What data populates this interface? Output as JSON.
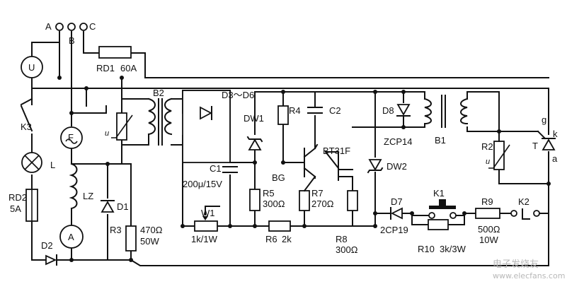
{
  "labels": {
    "A": "A",
    "B": "B",
    "C": "C",
    "U": "U",
    "RD1": "RD1",
    "RD1_val": "60A",
    "B2": "B2",
    "D3D6": "D3～D6",
    "DW1": "DW1",
    "R4": "R4",
    "C2": "C2",
    "D8": "D8",
    "B1": "B1",
    "g": "g",
    "k": "k",
    "K3": "K3",
    "F": "F",
    "u1": "u",
    "L": "L",
    "BT31F": "BT31F",
    "ZCP14": "ZCP14",
    "R2": "R2",
    "u2": "u",
    "T": "T",
    "a": "a",
    "C1": "C1",
    "C1_val": "200μ/15V",
    "BG": "BG",
    "DW2": "DW2",
    "LZ": "LZ",
    "RD2": "RD2",
    "RD2_val": "5A",
    "D1": "D1",
    "R5": "R5",
    "R5_val": "300Ω",
    "R7": "R7",
    "R7_val": "270Ω",
    "D7": "D7",
    "K1": "K1",
    "R9": "R9",
    "K2": "K2",
    "W1": "W1",
    "R3": "R3",
    "R3_val": "470Ω",
    "R3_pw": "50W",
    "R6": "R6",
    "R6_val": "2k",
    "CP19": "2CP19",
    "R9_val": "500Ω",
    "R9_pw": "10W",
    "Am": "A",
    "W1_val": "1k/1W",
    "R8": "R8",
    "R8_val": "300Ω",
    "R10": "R10",
    "R10_val": "3k/3W",
    "D2": "D2",
    "watermark": "电子发烧友",
    "watermark_url": "www.elecfans.com"
  }
}
